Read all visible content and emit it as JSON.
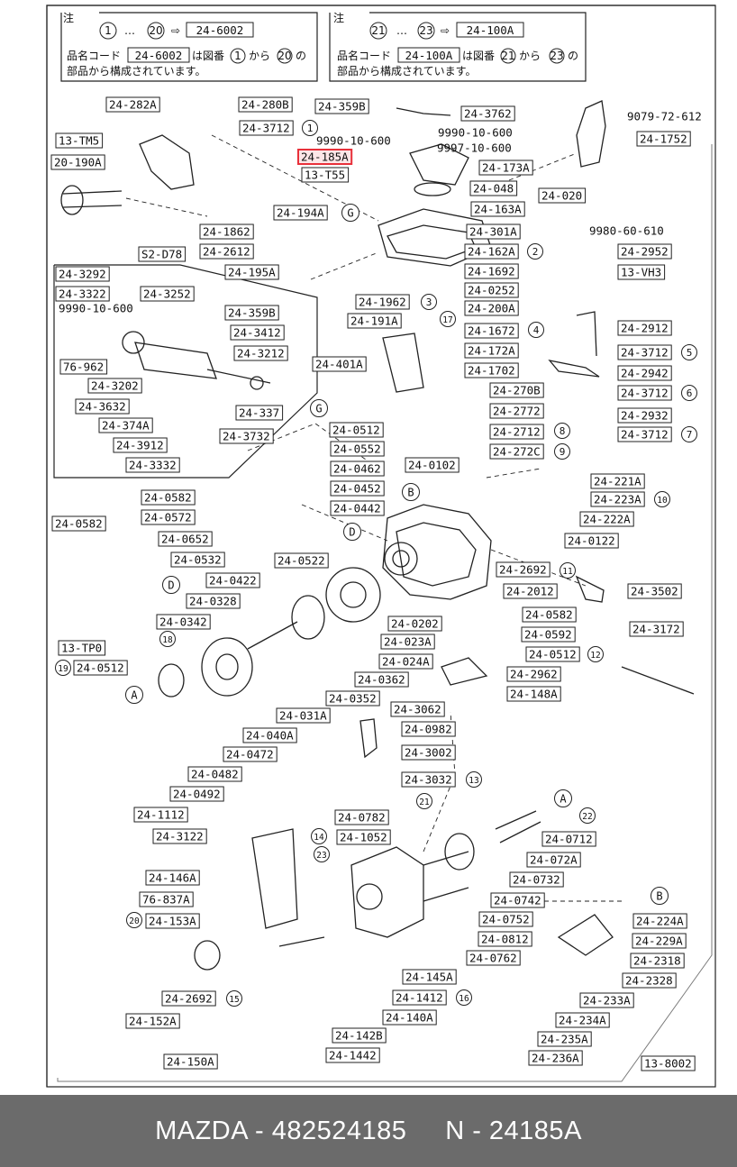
{
  "footer": {
    "brand": "MAZDA",
    "separator": " - ",
    "part_number": "482524185",
    "gap": "     ",
    "ref_prefix": "N - ",
    "ref_code": "24185A"
  },
  "highlight_color": "#e8303a",
  "notes": {
    "left": {
      "title": "注",
      "range_start": "1",
      "range_dots": "…",
      "range_end": "20",
      "arrow": "⇨",
      "code": "24-6002",
      "line2_prefix": "品名コード",
      "line2_code": "24-6002",
      "line2_mid": "は図番",
      "line2_from": "1",
      "line2_kara": "から",
      "line2_to": "20",
      "line2_no": "の",
      "line3": "部品から構成されています。"
    },
    "right": {
      "title": "注",
      "range_start": "21",
      "range_dots": "…",
      "range_end": "23",
      "arrow": "⇨",
      "code": "24-100A",
      "line2_prefix": "品名コード",
      "line2_code": "24-100A",
      "line2_mid": "は図番",
      "line2_from": "21",
      "line2_kara": "から",
      "line2_to": "23",
      "line2_no": "の",
      "line3": "部品から構成されています。"
    }
  },
  "labels": [
    {
      "id": "24-282A",
      "boxed": true
    },
    {
      "id": "24-280B",
      "boxed": true
    },
    {
      "id": "24-3712",
      "boxed": true
    },
    {
      "id": "24-359B",
      "boxed": true
    },
    {
      "id": "24-3762",
      "boxed": true
    },
    {
      "id": "9079-72-612",
      "boxed": false
    },
    {
      "id": "24-1752",
      "boxed": true
    },
    {
      "id": "13-TM5",
      "boxed": true
    },
    {
      "id": "9990-10-600",
      "boxed": false
    },
    {
      "id": "9990-10-600",
      "boxed": false
    },
    {
      "id": "9997-10-600",
      "boxed": false
    },
    {
      "id": "24-185A",
      "boxed": true,
      "highlight": true
    },
    {
      "id": "20-190A",
      "boxed": true
    },
    {
      "id": "13-T55",
      "boxed": true
    },
    {
      "id": "24-173A",
      "boxed": true
    },
    {
      "id": "24-048",
      "boxed": true
    },
    {
      "id": "24-020",
      "boxed": true
    },
    {
      "id": "24-194A",
      "boxed": true
    },
    {
      "id": "24-163A",
      "boxed": true
    },
    {
      "id": "24-1862",
      "boxed": true
    },
    {
      "id": "24-301A",
      "boxed": true
    },
    {
      "id": "9980-60-610",
      "boxed": false
    },
    {
      "id": "24-2612",
      "boxed": true
    },
    {
      "id": "24-162A",
      "boxed": true
    },
    {
      "id": "24-2952",
      "boxed": true
    },
    {
      "id": "S2-D78",
      "boxed": true
    },
    {
      "id": "24-195A",
      "boxed": true
    },
    {
      "id": "24-1692",
      "boxed": true
    },
    {
      "id": "13-VH3",
      "boxed": true
    },
    {
      "id": "24-3292",
      "boxed": true
    },
    {
      "id": "24-0252",
      "boxed": true
    },
    {
      "id": "24-3322",
      "boxed": true
    },
    {
      "id": "24-3252",
      "boxed": true
    },
    {
      "id": "24-1962",
      "boxed": true
    },
    {
      "id": "9990-10-600",
      "boxed": false
    },
    {
      "id": "24-359B",
      "boxed": true
    },
    {
      "id": "24-200A",
      "boxed": true
    },
    {
      "id": "24-191A",
      "boxed": true
    },
    {
      "id": "24-3412",
      "boxed": true
    },
    {
      "id": "24-1672",
      "boxed": true
    },
    {
      "id": "24-2912",
      "boxed": true
    },
    {
      "id": "76-962",
      "boxed": true
    },
    {
      "id": "24-3212",
      "boxed": true
    },
    {
      "id": "24-172A",
      "boxed": true
    },
    {
      "id": "24-3712",
      "boxed": true
    },
    {
      "id": "24-401A",
      "boxed": true
    },
    {
      "id": "24-1702",
      "boxed": true
    },
    {
      "id": "24-2942",
      "boxed": true
    },
    {
      "id": "24-3202",
      "boxed": true
    },
    {
      "id": "24-270B",
      "boxed": true
    },
    {
      "id": "24-3712",
      "boxed": true
    },
    {
      "id": "24-3632",
      "boxed": true
    },
    {
      "id": "24-337",
      "boxed": true
    },
    {
      "id": "24-2772",
      "boxed": true
    },
    {
      "id": "24-2932",
      "boxed": true
    },
    {
      "id": "24-374A",
      "boxed": true
    },
    {
      "id": "24-0512",
      "boxed": true
    },
    {
      "id": "24-2712",
      "boxed": true
    },
    {
      "id": "24-3712",
      "boxed": true
    },
    {
      "id": "24-3732",
      "boxed": true
    },
    {
      "id": "24-3912",
      "boxed": true
    },
    {
      "id": "24-0552",
      "boxed": true
    },
    {
      "id": "24-272C",
      "boxed": true
    },
    {
      "id": "24-3332",
      "boxed": true
    },
    {
      "id": "24-0462",
      "boxed": true
    },
    {
      "id": "24-0102",
      "boxed": true
    },
    {
      "id": "24-0452",
      "boxed": true
    },
    {
      "id": "24-221A",
      "boxed": true
    },
    {
      "id": "24-0582",
      "boxed": true
    },
    {
      "id": "24-0442",
      "boxed": true
    },
    {
      "id": "24-223A",
      "boxed": true
    },
    {
      "id": "24-0572",
      "boxed": true
    },
    {
      "id": "24-222A",
      "boxed": true
    },
    {
      "id": "24-0582",
      "boxed": true
    },
    {
      "id": "24-0652",
      "boxed": true
    },
    {
      "id": "24-0122",
      "boxed": true
    },
    {
      "id": "24-0532",
      "boxed": true
    },
    {
      "id": "24-0522",
      "boxed": true
    },
    {
      "id": "24-2692",
      "boxed": true
    },
    {
      "id": "24-0422",
      "boxed": true
    },
    {
      "id": "24-2012",
      "boxed": true
    },
    {
      "id": "24-3502",
      "boxed": true
    },
    {
      "id": "24-0328",
      "boxed": true
    },
    {
      "id": "24-0582",
      "boxed": true
    },
    {
      "id": "24-0342",
      "boxed": true
    },
    {
      "id": "24-0202",
      "boxed": true
    },
    {
      "id": "24-0592",
      "boxed": true
    },
    {
      "id": "24-3172",
      "boxed": true
    },
    {
      "id": "24-023A",
      "boxed": true
    },
    {
      "id": "24-0512",
      "boxed": true
    },
    {
      "id": "13-TP0",
      "boxed": true
    },
    {
      "id": "24-024A",
      "boxed": true
    },
    {
      "id": "24-0512",
      "boxed": true
    },
    {
      "id": "24-2962",
      "boxed": true
    },
    {
      "id": "24-0362",
      "boxed": true
    },
    {
      "id": "24-148A",
      "boxed": true
    },
    {
      "id": "24-0352",
      "boxed": true
    },
    {
      "id": "24-3062",
      "boxed": true
    },
    {
      "id": "24-031A",
      "boxed": true
    },
    {
      "id": "24-0982",
      "boxed": true
    },
    {
      "id": "24-040A",
      "boxed": true
    },
    {
      "id": "24-3002",
      "boxed": true
    },
    {
      "id": "24-0472",
      "boxed": true
    },
    {
      "id": "24-3032",
      "boxed": true
    },
    {
      "id": "24-0482",
      "boxed": true
    },
    {
      "id": "24-0492",
      "boxed": true
    },
    {
      "id": "24-1112",
      "boxed": true
    },
    {
      "id": "24-0782",
      "boxed": true
    },
    {
      "id": "24-3122",
      "boxed": true
    },
    {
      "id": "24-1052",
      "boxed": true
    },
    {
      "id": "24-0712",
      "boxed": true
    },
    {
      "id": "24-072A",
      "boxed": true
    },
    {
      "id": "24-146A",
      "boxed": true
    },
    {
      "id": "24-0732",
      "boxed": true
    },
    {
      "id": "76-837A",
      "boxed": true
    },
    {
      "id": "24-0742",
      "boxed": true
    },
    {
      "id": "24-153A",
      "boxed": true
    },
    {
      "id": "24-224A",
      "boxed": true
    },
    {
      "id": "24-0752",
      "boxed": true
    },
    {
      "id": "24-229A",
      "boxed": true
    },
    {
      "id": "24-0812",
      "boxed": true
    },
    {
      "id": "24-2318",
      "boxed": true
    },
    {
      "id": "24-0762",
      "boxed": true
    },
    {
      "id": "24-2328",
      "boxed": true
    },
    {
      "id": "24-145A",
      "boxed": true
    },
    {
      "id": "24-233A",
      "boxed": true
    },
    {
      "id": "24-2692",
      "boxed": true
    },
    {
      "id": "24-1412",
      "boxed": true
    },
    {
      "id": "24-152A",
      "boxed": true
    },
    {
      "id": "24-140A",
      "boxed": true
    },
    {
      "id": "24-234A",
      "boxed": true
    },
    {
      "id": "24-142B",
      "boxed": true
    },
    {
      "id": "24-235A",
      "boxed": true
    },
    {
      "id": "24-1442",
      "boxed": true
    },
    {
      "id": "24-236A",
      "boxed": true
    },
    {
      "id": "24-150A",
      "boxed": true
    },
    {
      "id": "13-8002",
      "boxed": true
    }
  ],
  "callouts": [
    "1",
    "2",
    "3",
    "4",
    "5",
    "6",
    "7",
    "8",
    "9",
    "10",
    "11",
    "12",
    "13",
    "14",
    "15",
    "16",
    "17",
    "18",
    "19",
    "20",
    "21",
    "22",
    "23"
  ],
  "letter_callouts": [
    "A",
    "A",
    "B",
    "B",
    "D",
    "D",
    "G",
    "G"
  ]
}
